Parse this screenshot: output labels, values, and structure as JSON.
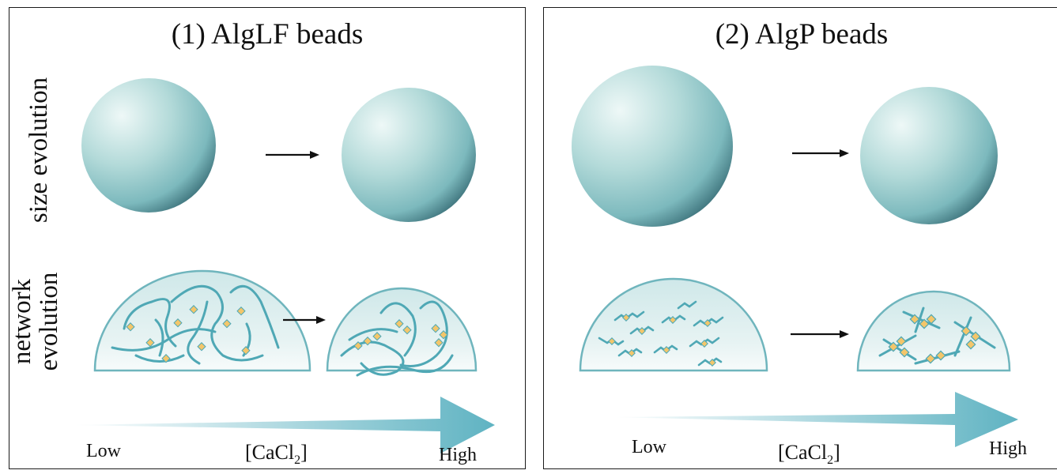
{
  "panels": [
    {
      "title": "(1) AlgLF beads",
      "row_labels": {
        "size": "size evolution",
        "network_line1": "network",
        "network_line2": "evolution"
      },
      "gradient": {
        "low": "Low",
        "high": "High",
        "concentration": "[CaCl",
        "concentration_sub": "2",
        "concentration_end": "]"
      }
    },
    {
      "title": "(2) AlgP beads",
      "gradient": {
        "low": "Low",
        "high": "High",
        "concentration": "[CaCl",
        "concentration_sub": "2",
        "concentration_end": "]"
      }
    }
  ],
  "colors": {
    "bead_light": "#e4f2f1",
    "bead_mid": "#9fcfd0",
    "bead_dark": "#3f7c85",
    "chain": "#4fa8b5",
    "crosslink": "#f3c66b",
    "arrow_gradient": "#5fb3c2"
  }
}
